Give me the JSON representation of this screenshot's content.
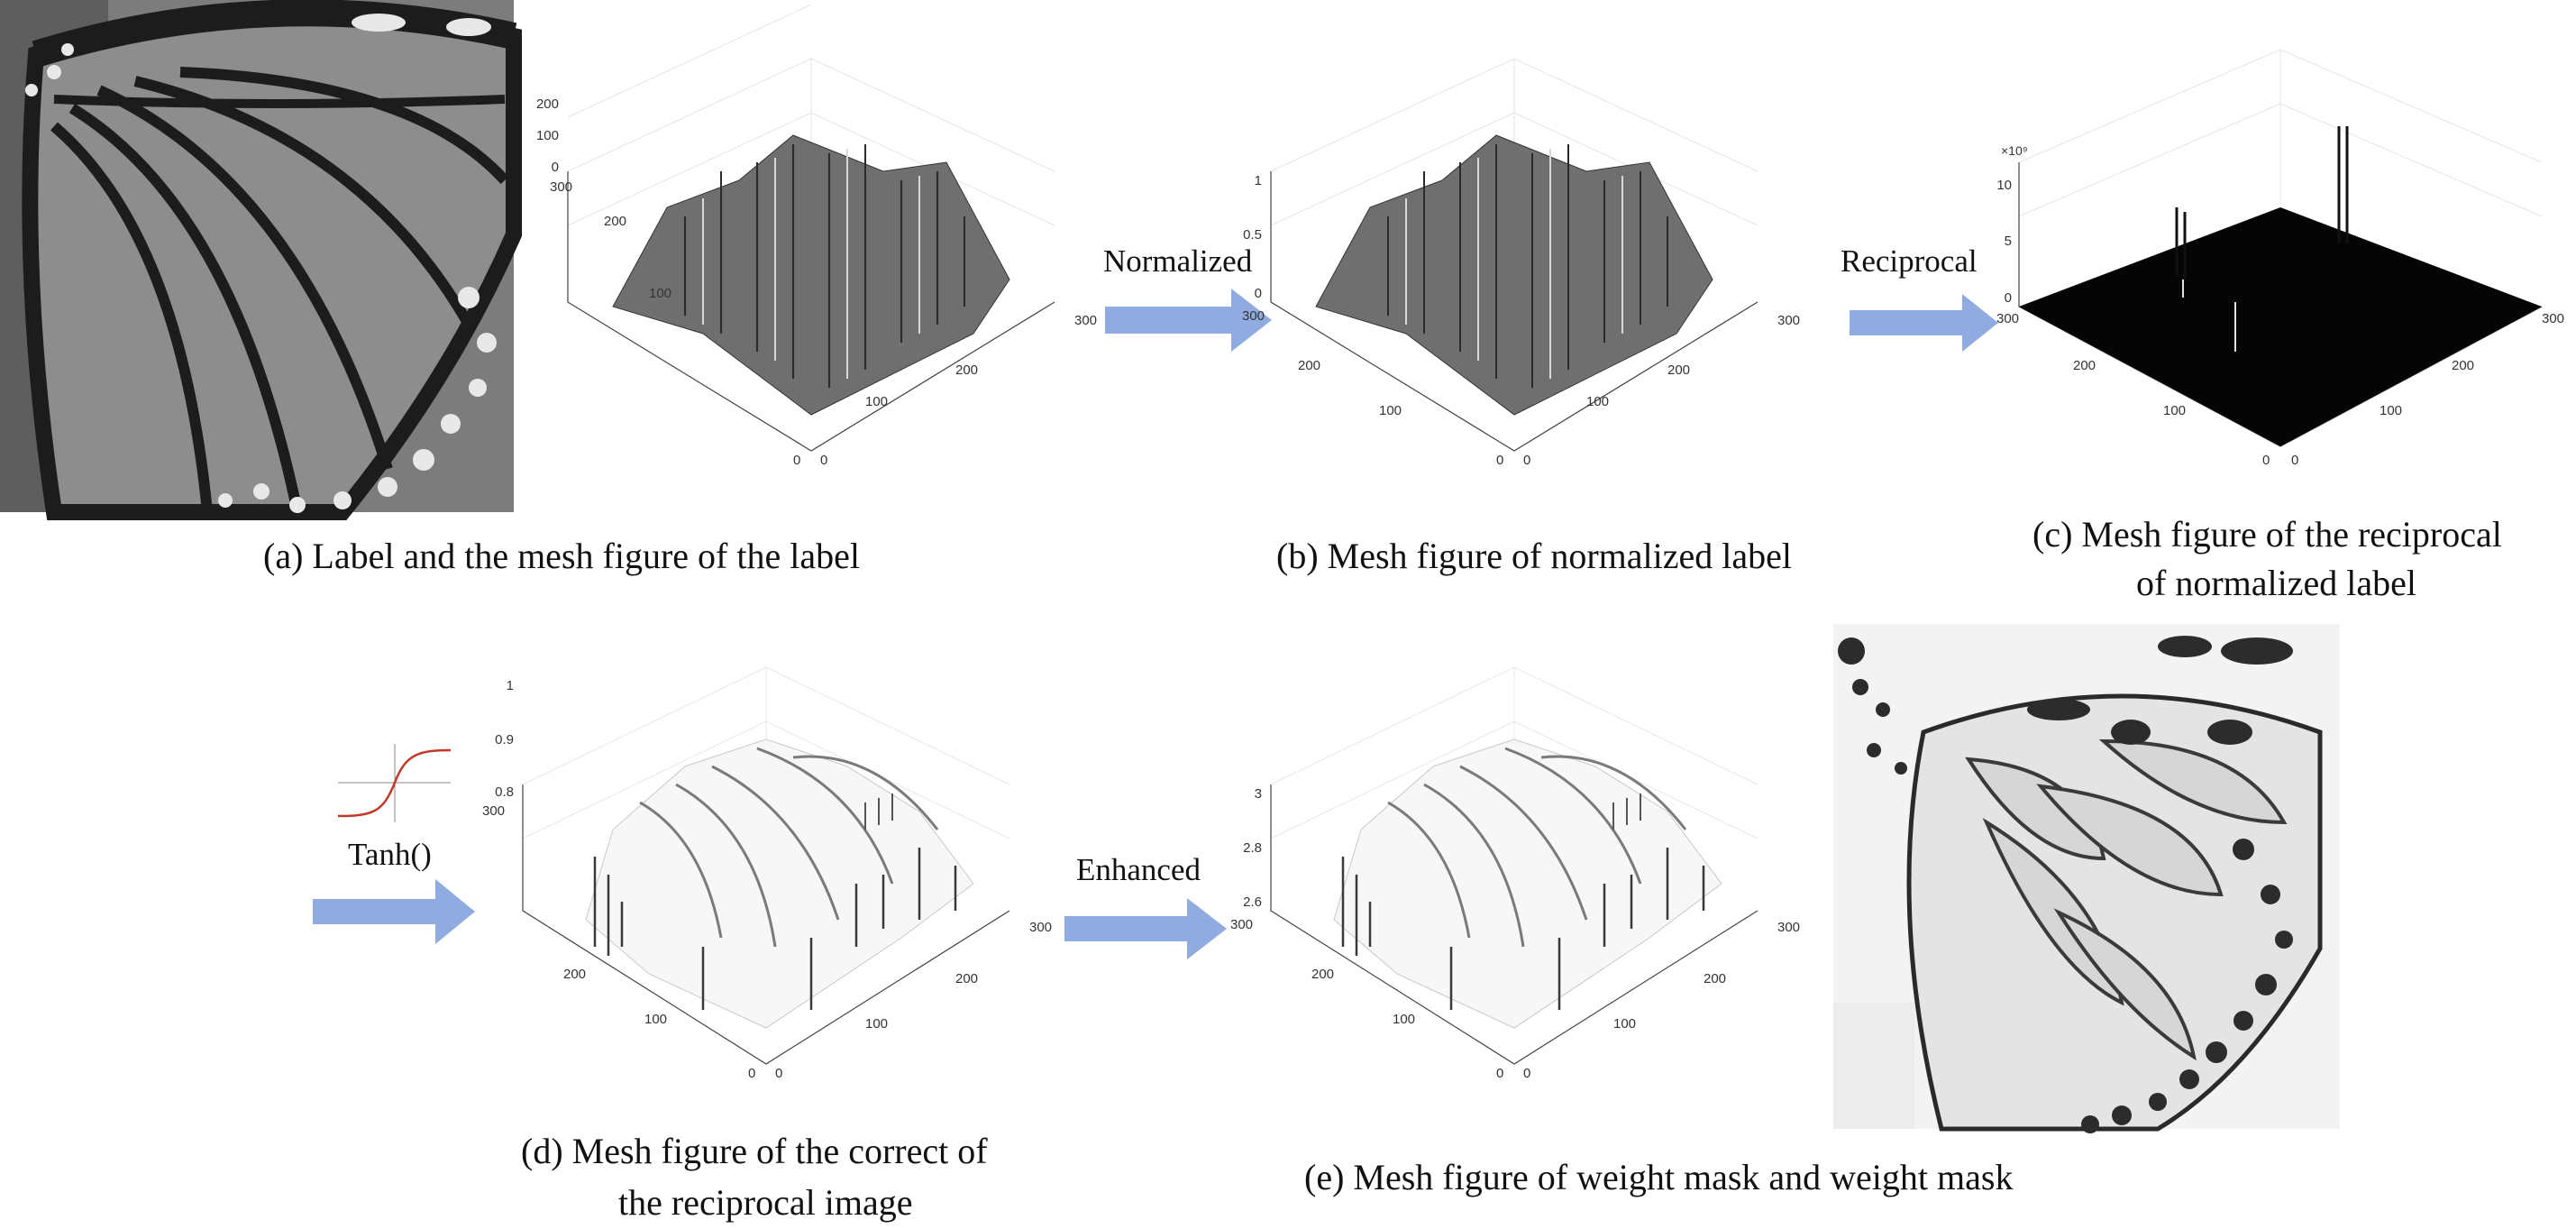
{
  "colors": {
    "arrow": "#8fabe0",
    "photo_gray": "#8a8a8a",
    "mask_white": "#f3f3f3",
    "tanh_curve": "#c0392b"
  },
  "arrows": {
    "normalized": "Normalized",
    "reciprocal": "Reciprocal",
    "tanh": "Tanh()",
    "enhanced": "Enhanced"
  },
  "plot_a": {
    "z_ticks": [
      "200",
      "100",
      "0"
    ],
    "y_ticks": [
      "300",
      "200",
      "100",
      "0"
    ],
    "x_ticks": [
      "0",
      "100",
      "200",
      "300"
    ]
  },
  "plot_b": {
    "z_ticks": [
      "1",
      "0.5",
      "0"
    ],
    "y_ticks": [
      "300",
      "200",
      "100",
      "0"
    ],
    "x_ticks": [
      "0",
      "100",
      "200",
      "300"
    ]
  },
  "plot_c": {
    "z_exponent": "×10⁹",
    "z_ticks": [
      "10",
      "5",
      "0"
    ],
    "y_ticks": [
      "300",
      "200",
      "100",
      "0"
    ],
    "x_ticks": [
      "0",
      "100",
      "200",
      "300"
    ]
  },
  "plot_d": {
    "z_ticks": [
      "1",
      "0.9",
      "0.8"
    ],
    "y_ticks": [
      "300",
      "200",
      "100",
      "0"
    ],
    "x_ticks": [
      "0",
      "100",
      "200",
      "300"
    ]
  },
  "plot_e": {
    "z_ticks": [
      "3",
      "2.8",
      "2.6"
    ],
    "y_ticks": [
      "300",
      "200",
      "100",
      "0"
    ],
    "x_ticks": [
      "0",
      "100",
      "200",
      "300"
    ]
  },
  "captions": {
    "a": "(a) Label and the mesh figure of the label",
    "b": "(b) Mesh figure of normalized label",
    "c_line1": "(c) Mesh figure of the reciprocal",
    "c_line2": "of normalized label",
    "d_line1": "(d) Mesh figure of the correct of",
    "d_line2": "the reciprocal image",
    "e": "(e) Mesh figure of weight mask and weight mask"
  }
}
